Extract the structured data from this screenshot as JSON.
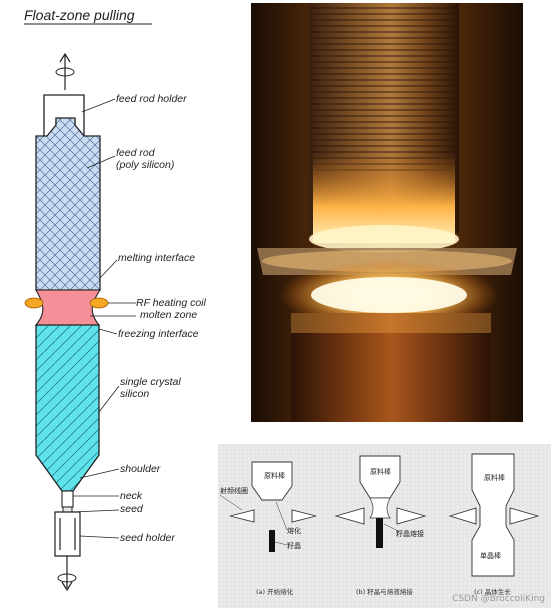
{
  "diagram": {
    "title": "Float-zone pulling",
    "labels": {
      "feed_rod_holder": "feed rod holder",
      "feed_rod": "feed rod",
      "poly_silicon": "(poly silicon)",
      "melting_interface": "melting interface",
      "rf_heating_coil": "RF heating coil",
      "molten_zone": "molten zone",
      "freezing_interface": "freezing interface",
      "single_crystal": "single crystal",
      "silicon": "silicon",
      "shoulder": "shoulder",
      "neck": "neck",
      "seed": "seed",
      "seed_holder": "seed holder"
    },
    "colors": {
      "feed_rod": "#c9dcf2",
      "crystal": "#5ee3ea",
      "molten": "#f58f98",
      "coil": "#f5a623"
    }
  },
  "stages": {
    "side_label": "射频线圈",
    "a": {
      "rod": "原料棒",
      "melt": "熔化",
      "seed": "籽晶",
      "caption": "(a) 开始熔化"
    },
    "b": {
      "rod": "原料棒",
      "seed_joint": "籽晶熔接",
      "caption": "(b) 籽晶与熔液熔接"
    },
    "c": {
      "rod": "原料棒",
      "crystal": "单晶棒",
      "caption": "(c) 晶体生长"
    }
  },
  "watermark": "CSDN @BroccoliKing"
}
